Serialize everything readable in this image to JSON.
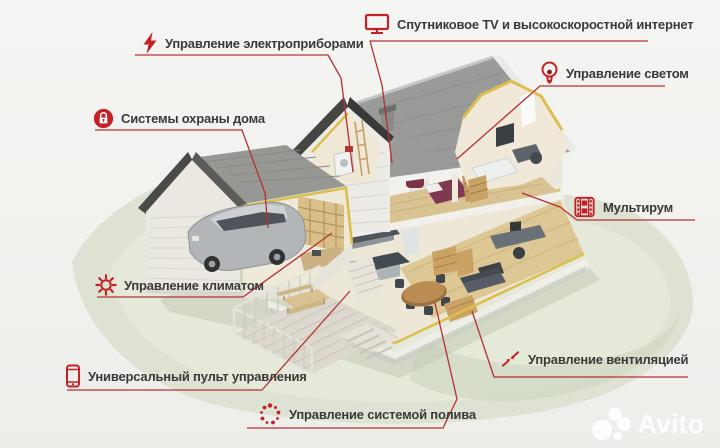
{
  "meta": {
    "type": "infographic-poster",
    "scene_description": "Isometric cutaway illustration of a two-storey smart home with attached garage, front deck and lawn; red callout lines point from feature labels into the house",
    "background_color": "#f1f1ee",
    "accent_red": "#c42127",
    "line_red": "#b53133",
    "text_color": "#3a3a38",
    "lawn_color": "#dde2d3",
    "roof_color": "#9a9a98"
  },
  "labels": {
    "satellite": {
      "icon": "tv-icon",
      "text": "Спутниковое TV и высокоскоростной интернет"
    },
    "electro": {
      "icon": "lightning-icon",
      "text": "Управление электроприборами"
    },
    "light": {
      "icon": "bulb-icon",
      "text": "Управление светом"
    },
    "security": {
      "icon": "lock-icon",
      "text": "Системы охраны дома"
    },
    "multiroom": {
      "icon": "film-icon",
      "text": "Мультирум"
    },
    "climate": {
      "icon": "sun-icon",
      "text": "Управление климатом"
    },
    "remote": {
      "icon": "phone-icon",
      "text": "Универсальный пульт управления"
    },
    "irrigation": {
      "icon": "sprinkler-icon",
      "text": "Управление системой полива"
    },
    "ventilation": {
      "icon": "arrows-icon",
      "text": "Управление вентиляцией"
    }
  },
  "watermark": {
    "text": "Avito"
  }
}
